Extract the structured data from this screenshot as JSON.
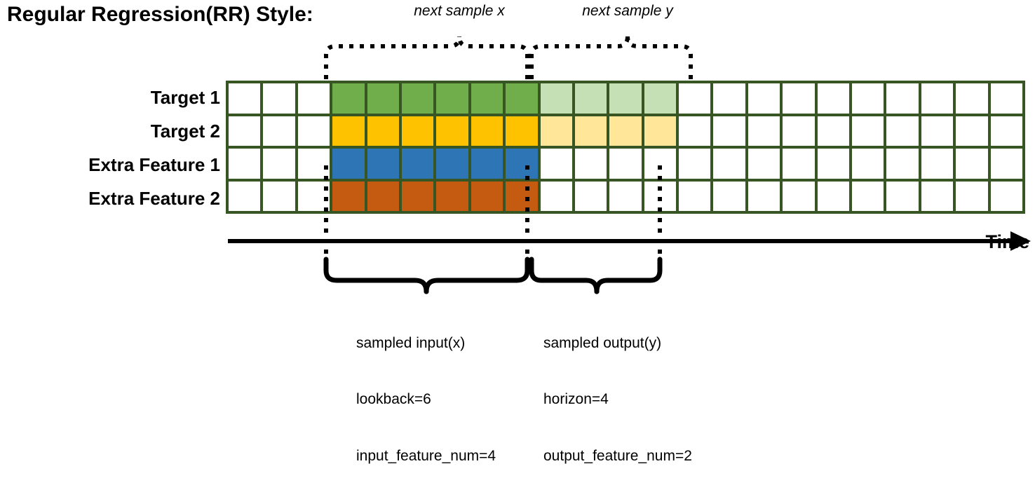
{
  "title": "Regular Regression(RR) Style:",
  "axis": {
    "time_label": "Time",
    "arrow": "right-arrow"
  },
  "rows": [
    {
      "label": "Target 1",
      "color": "#6FAE4A",
      "light_color": "#C5E0B4",
      "has_output": true
    },
    {
      "label": "Target 2",
      "color": "#FFC200",
      "light_color": "#FFE699",
      "has_output": true
    },
    {
      "label": "Extra Feature 1",
      "color": "#2E75B6",
      "light_color": null,
      "has_output": false
    },
    {
      "label": "Extra Feature 2",
      "color": "#C55A11",
      "light_color": null,
      "has_output": false
    }
  ],
  "grid": {
    "total_columns": 23,
    "total_rows": 4,
    "input_start_col": 4,
    "input_end_col": 9,
    "output_start_col": 10,
    "output_end_col": 13,
    "border_color": "#375623",
    "empty_color": "#ffffff"
  },
  "annotations": {
    "top": [
      {
        "text": "next sample x",
        "span_cols": "4-9",
        "style": "dotted-brace"
      },
      {
        "text": "next sample y",
        "span_cols": "10-13",
        "style": "dotted-brace"
      }
    ],
    "bottom": [
      {
        "line1": "sampled input(x)",
        "line2": "lookback=6",
        "line3": "input_feature_num=4",
        "span_cols": "4-9",
        "style": "solid-brace"
      },
      {
        "line1": "sampled output(y)",
        "line2": "horizon=4",
        "line3": "output_feature_num=2",
        "span_cols": "10-13",
        "style": "solid-brace"
      }
    ]
  }
}
